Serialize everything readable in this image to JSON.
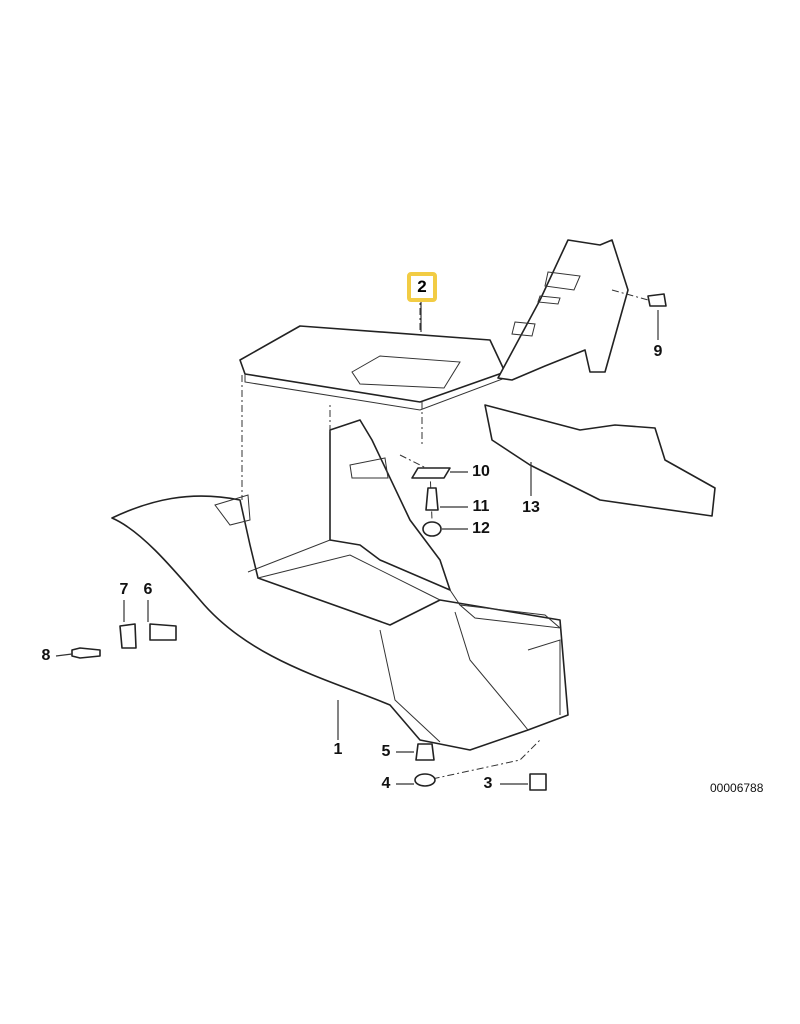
{
  "diagram": {
    "highlighted_part": "2",
    "callouts": [
      "1",
      "2",
      "3",
      "4",
      "5",
      "6",
      "7",
      "8",
      "9",
      "10",
      "11",
      "12",
      "13"
    ],
    "highlight_color": "#f2cc44",
    "image_code": "00006788"
  }
}
